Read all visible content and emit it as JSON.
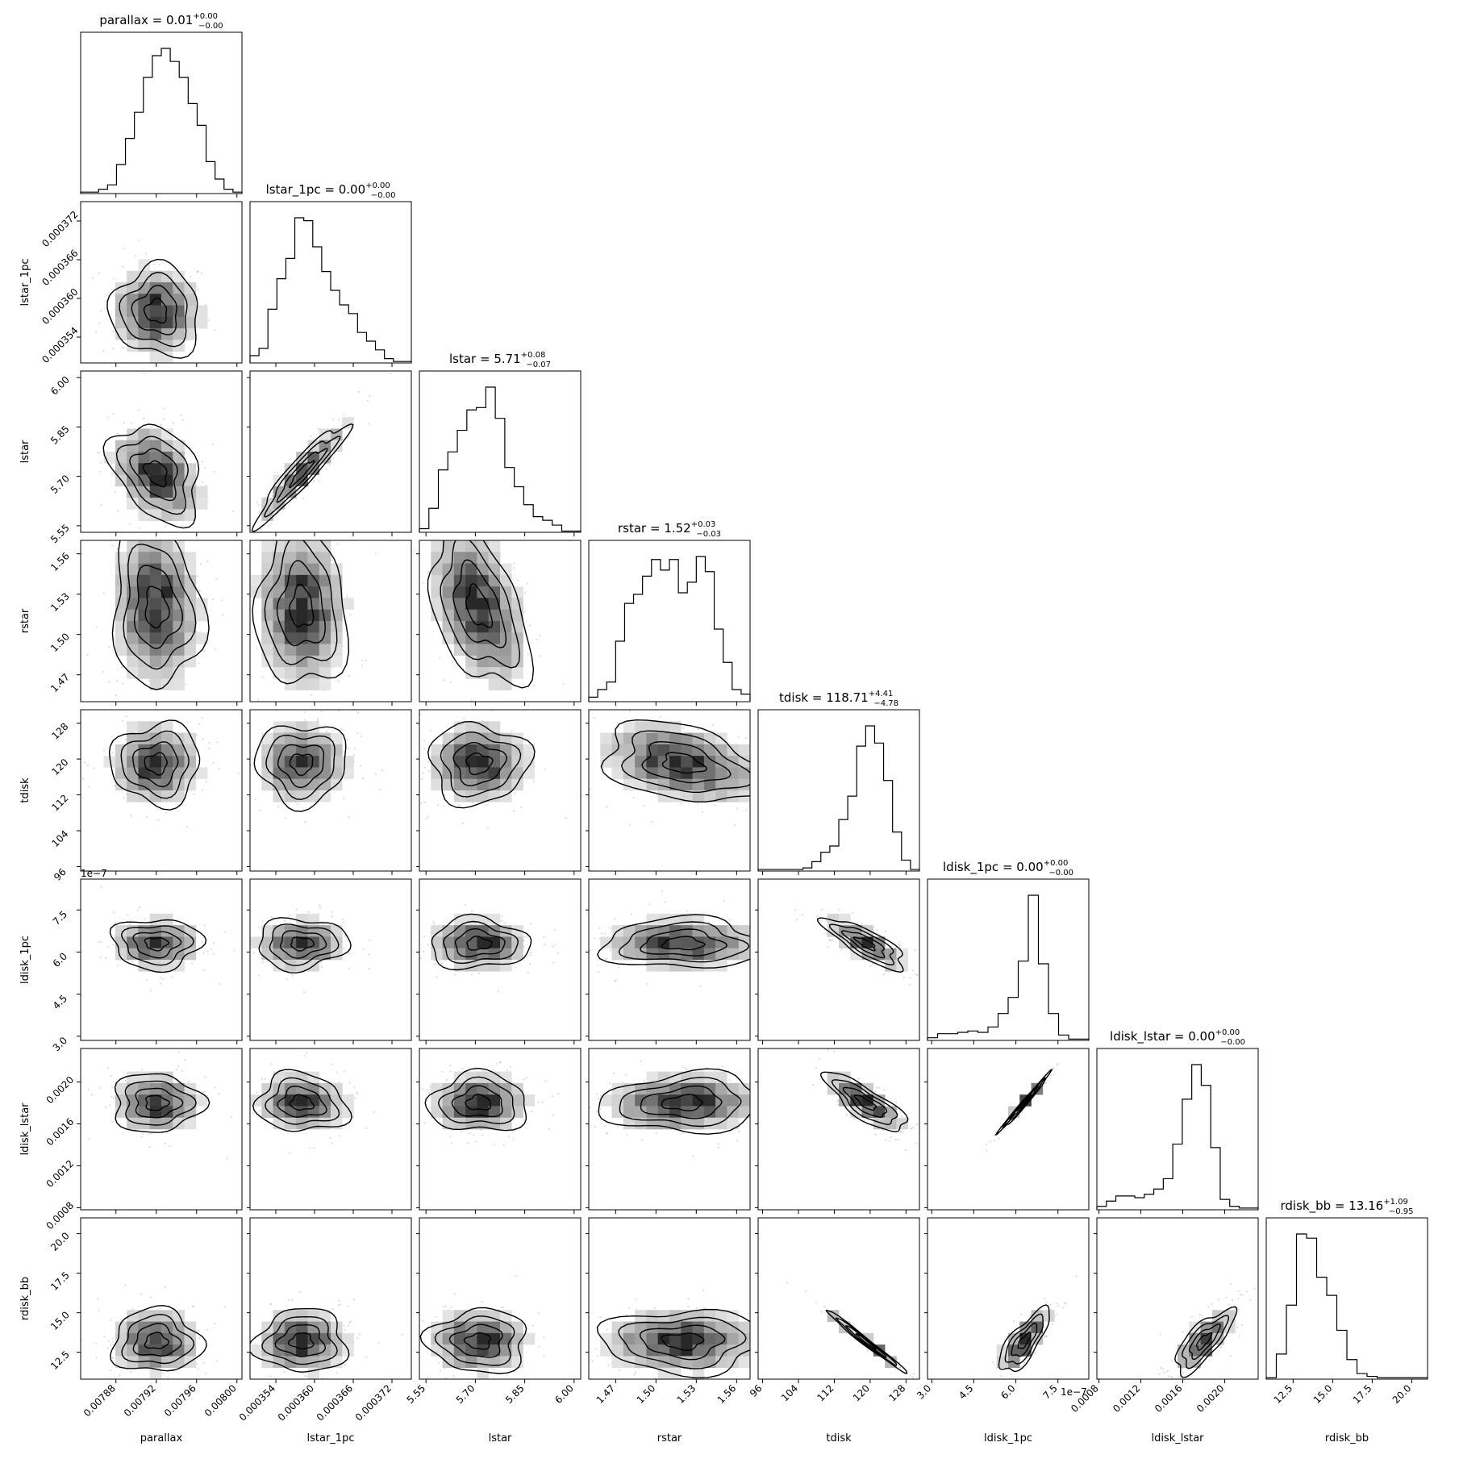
{
  "chart_data": {
    "type": "corner",
    "parameters": [
      "parallax",
      "lstar_1pc",
      "lstar",
      "rstar",
      "tdisk",
      "ldisk_1pc",
      "ldisk_lstar",
      "rdisk_bb"
    ],
    "titles": [
      {
        "name": "parallax",
        "value": "0.01",
        "plus": "+0.00",
        "minus": "−0.00"
      },
      {
        "name": "lstar_1pc",
        "value": "0.00",
        "plus": "+0.00",
        "minus": "−0.00"
      },
      {
        "name": "lstar",
        "value": "5.71",
        "plus": "+0.08",
        "minus": "−0.07"
      },
      {
        "name": "rstar",
        "value": "1.52",
        "plus": "+0.03",
        "minus": "−0.03"
      },
      {
        "name": "tdisk",
        "value": "118.71",
        "plus": "+4.41",
        "minus": "−4.78"
      },
      {
        "name": "ldisk_1pc",
        "value": "0.00",
        "plus": "+0.00",
        "minus": "−0.00"
      },
      {
        "name": "ldisk_lstar",
        "value": "0.00",
        "plus": "+0.00",
        "minus": "−0.00"
      },
      {
        "name": "rdisk_bb",
        "value": "13.16",
        "plus": "+1.09",
        "minus": "−0.95"
      }
    ],
    "axes": [
      {
        "name": "parallax",
        "range": [
          0.007845,
          0.008005
        ],
        "xticks": [
          0.00788,
          0.00792,
          0.00796,
          0.008
        ],
        "xtick_labels": [
          "0.00788",
          "0.00792",
          "0.00796",
          "0.00800"
        ],
        "yticks": [],
        "ytick_labels": [],
        "offset": "",
        "center": 0.00792,
        "sigma": 2.2e-05
      },
      {
        "name": "lstar_1pc",
        "range": [
          0.00035,
          0.000375
        ],
        "xticks": [
          0.000354,
          0.00036,
          0.000366,
          0.000372
        ],
        "xtick_labels": [
          "0.000354",
          "0.000360",
          "0.000366",
          "0.000372"
        ],
        "yticks": [
          0.000354,
          0.00036,
          0.000366,
          0.000372
        ],
        "ytick_labels": [
          "0.000354",
          "0.000360",
          "0.000366",
          "0.000372"
        ],
        "offset": "",
        "center": 0.000358,
        "sigma": 3.5e-06
      },
      {
        "name": "lstar",
        "range": [
          5.53,
          6.02
        ],
        "xticks": [
          5.55,
          5.7,
          5.85,
          6.0
        ],
        "xtick_labels": [
          "5.55",
          "5.70",
          "5.85",
          "6.00"
        ],
        "yticks": [
          5.55,
          5.7,
          5.85,
          6.0
        ],
        "ytick_labels": [
          "5.55",
          "5.70",
          "5.85",
          "6.00"
        ],
        "offset": "",
        "center": 5.71,
        "sigma": 0.075
      },
      {
        "name": "rstar",
        "range": [
          1.45,
          1.57
        ],
        "xticks": [
          1.47,
          1.5,
          1.53,
          1.56
        ],
        "xtick_labels": [
          "1.47",
          "1.50",
          "1.53",
          "1.56"
        ],
        "yticks": [
          1.47,
          1.5,
          1.53,
          1.56
        ],
        "ytick_labels": [
          "1.47",
          "1.50",
          "1.53",
          "1.56"
        ],
        "offset": "",
        "center": 1.52,
        "sigma": 0.03
      },
      {
        "name": "tdisk",
        "range": [
          95,
          131
        ],
        "xticks": [
          96,
          104,
          112,
          120,
          128
        ],
        "xtick_labels": [
          "96",
          "104",
          "112",
          "120",
          "128"
        ],
        "yticks": [
          96,
          104,
          112,
          120,
          128
        ],
        "ytick_labels": [
          "96",
          "104",
          "112",
          "120",
          "128"
        ],
        "offset": "",
        "center": 119,
        "sigma": 4.5
      },
      {
        "name": "ldisk_1pc",
        "range": [
          2.85,
          8.6
        ],
        "xticks": [
          3.0,
          4.5,
          6.0,
          7.5
        ],
        "xtick_labels": [
          "3.0",
          "4.5",
          "6.0",
          "7.5"
        ],
        "yticks": [
          3.0,
          4.5,
          6.0,
          7.5
        ],
        "ytick_labels": [
          "3.0",
          "4.5",
          "6.0",
          "7.5"
        ],
        "offset": "1e−7",
        "center": 6.3,
        "sigma": 0.45
      },
      {
        "name": "ldisk_lstar",
        "range": [
          0.00078,
          0.00232
        ],
        "xticks": [
          0.0008,
          0.0012,
          0.0016,
          0.002
        ],
        "xtick_labels": [
          "0.0008",
          "0.0012",
          "0.0016",
          "0.0020"
        ],
        "yticks": [
          0.0008,
          0.0012,
          0.0016,
          0.002
        ],
        "ytick_labels": [
          "0.0008",
          "0.0012",
          "0.0016",
          "0.0020"
        ],
        "offset": "",
        "center": 0.0018,
        "sigma": 0.00014
      },
      {
        "name": "rdisk_bb",
        "range": [
          10.8,
          21.0
        ],
        "xticks": [
          12.5,
          15.0,
          17.5,
          20.0
        ],
        "xtick_labels": [
          "12.5",
          "15.0",
          "17.5",
          "20.0"
        ],
        "yticks": [
          12.5,
          15.0,
          17.5,
          20.0
        ],
        "ytick_labels": [
          "12.5",
          "15.0",
          "17.5",
          "20.0"
        ],
        "offset": "",
        "center": 13.2,
        "sigma": 1.0
      }
    ],
    "histograms": [
      [
        1,
        1,
        3,
        6,
        20,
        38,
        56,
        80,
        95,
        100,
        91,
        80,
        62,
        47,
        22,
        10,
        3,
        1
      ],
      [
        5,
        10,
        37,
        58,
        72,
        100,
        98,
        80,
        63,
        50,
        40,
        34,
        21,
        15,
        9,
        3,
        1,
        1
      ],
      [
        3,
        20,
        52,
        67,
        85,
        102,
        104,
        121,
        95,
        54,
        38,
        23,
        13,
        10,
        6,
        1,
        1
      ],
      [
        3,
        8,
        13,
        40,
        65,
        71,
        83,
        94,
        87,
        94,
        72,
        79,
        96,
        86,
        48,
        26,
        8,
        5
      ],
      [
        1,
        1,
        1,
        1,
        1,
        2,
        6,
        12,
        16,
        33,
        48,
        80,
        93,
        82,
        58,
        25,
        7,
        1
      ],
      [
        2,
        5,
        5,
        6,
        7,
        6,
        10,
        20,
        32,
        59,
        108,
        57,
        20,
        4,
        1,
        1
      ],
      [
        2,
        5,
        8,
        8,
        7,
        9,
        12,
        18,
        38,
        64,
        84,
        72,
        36,
        6,
        2,
        1,
        1
      ],
      [
        1,
        18,
        53,
        104,
        101,
        73,
        60,
        35,
        14,
        4,
        2,
        1,
        1,
        1,
        1,
        1
      ]
    ],
    "correlations": {
      "1,0": -0.05,
      "2,0": -0.35,
      "2,1": 0.93,
      "3,0": -0.1,
      "3,1": -0.05,
      "3,2": -0.45,
      "4,0": 0.0,
      "4,1": 0.0,
      "4,2": 0.0,
      "4,3": -0.35,
      "5,0": 0.0,
      "5,1": 0.05,
      "5,2": 0.0,
      "5,3": 0.0,
      "5,4": -0.8,
      "6,0": 0.0,
      "6,1": -0.1,
      "6,2": 0.0,
      "6,3": 0.1,
      "6,4": -0.8,
      "6,5": 0.99,
      "7,0": 0.0,
      "7,1": 0.0,
      "7,2": 0.0,
      "7,3": 0.0,
      "7,4": -0.99,
      "7,5": 0.75,
      "7,6": 0.75
    }
  }
}
